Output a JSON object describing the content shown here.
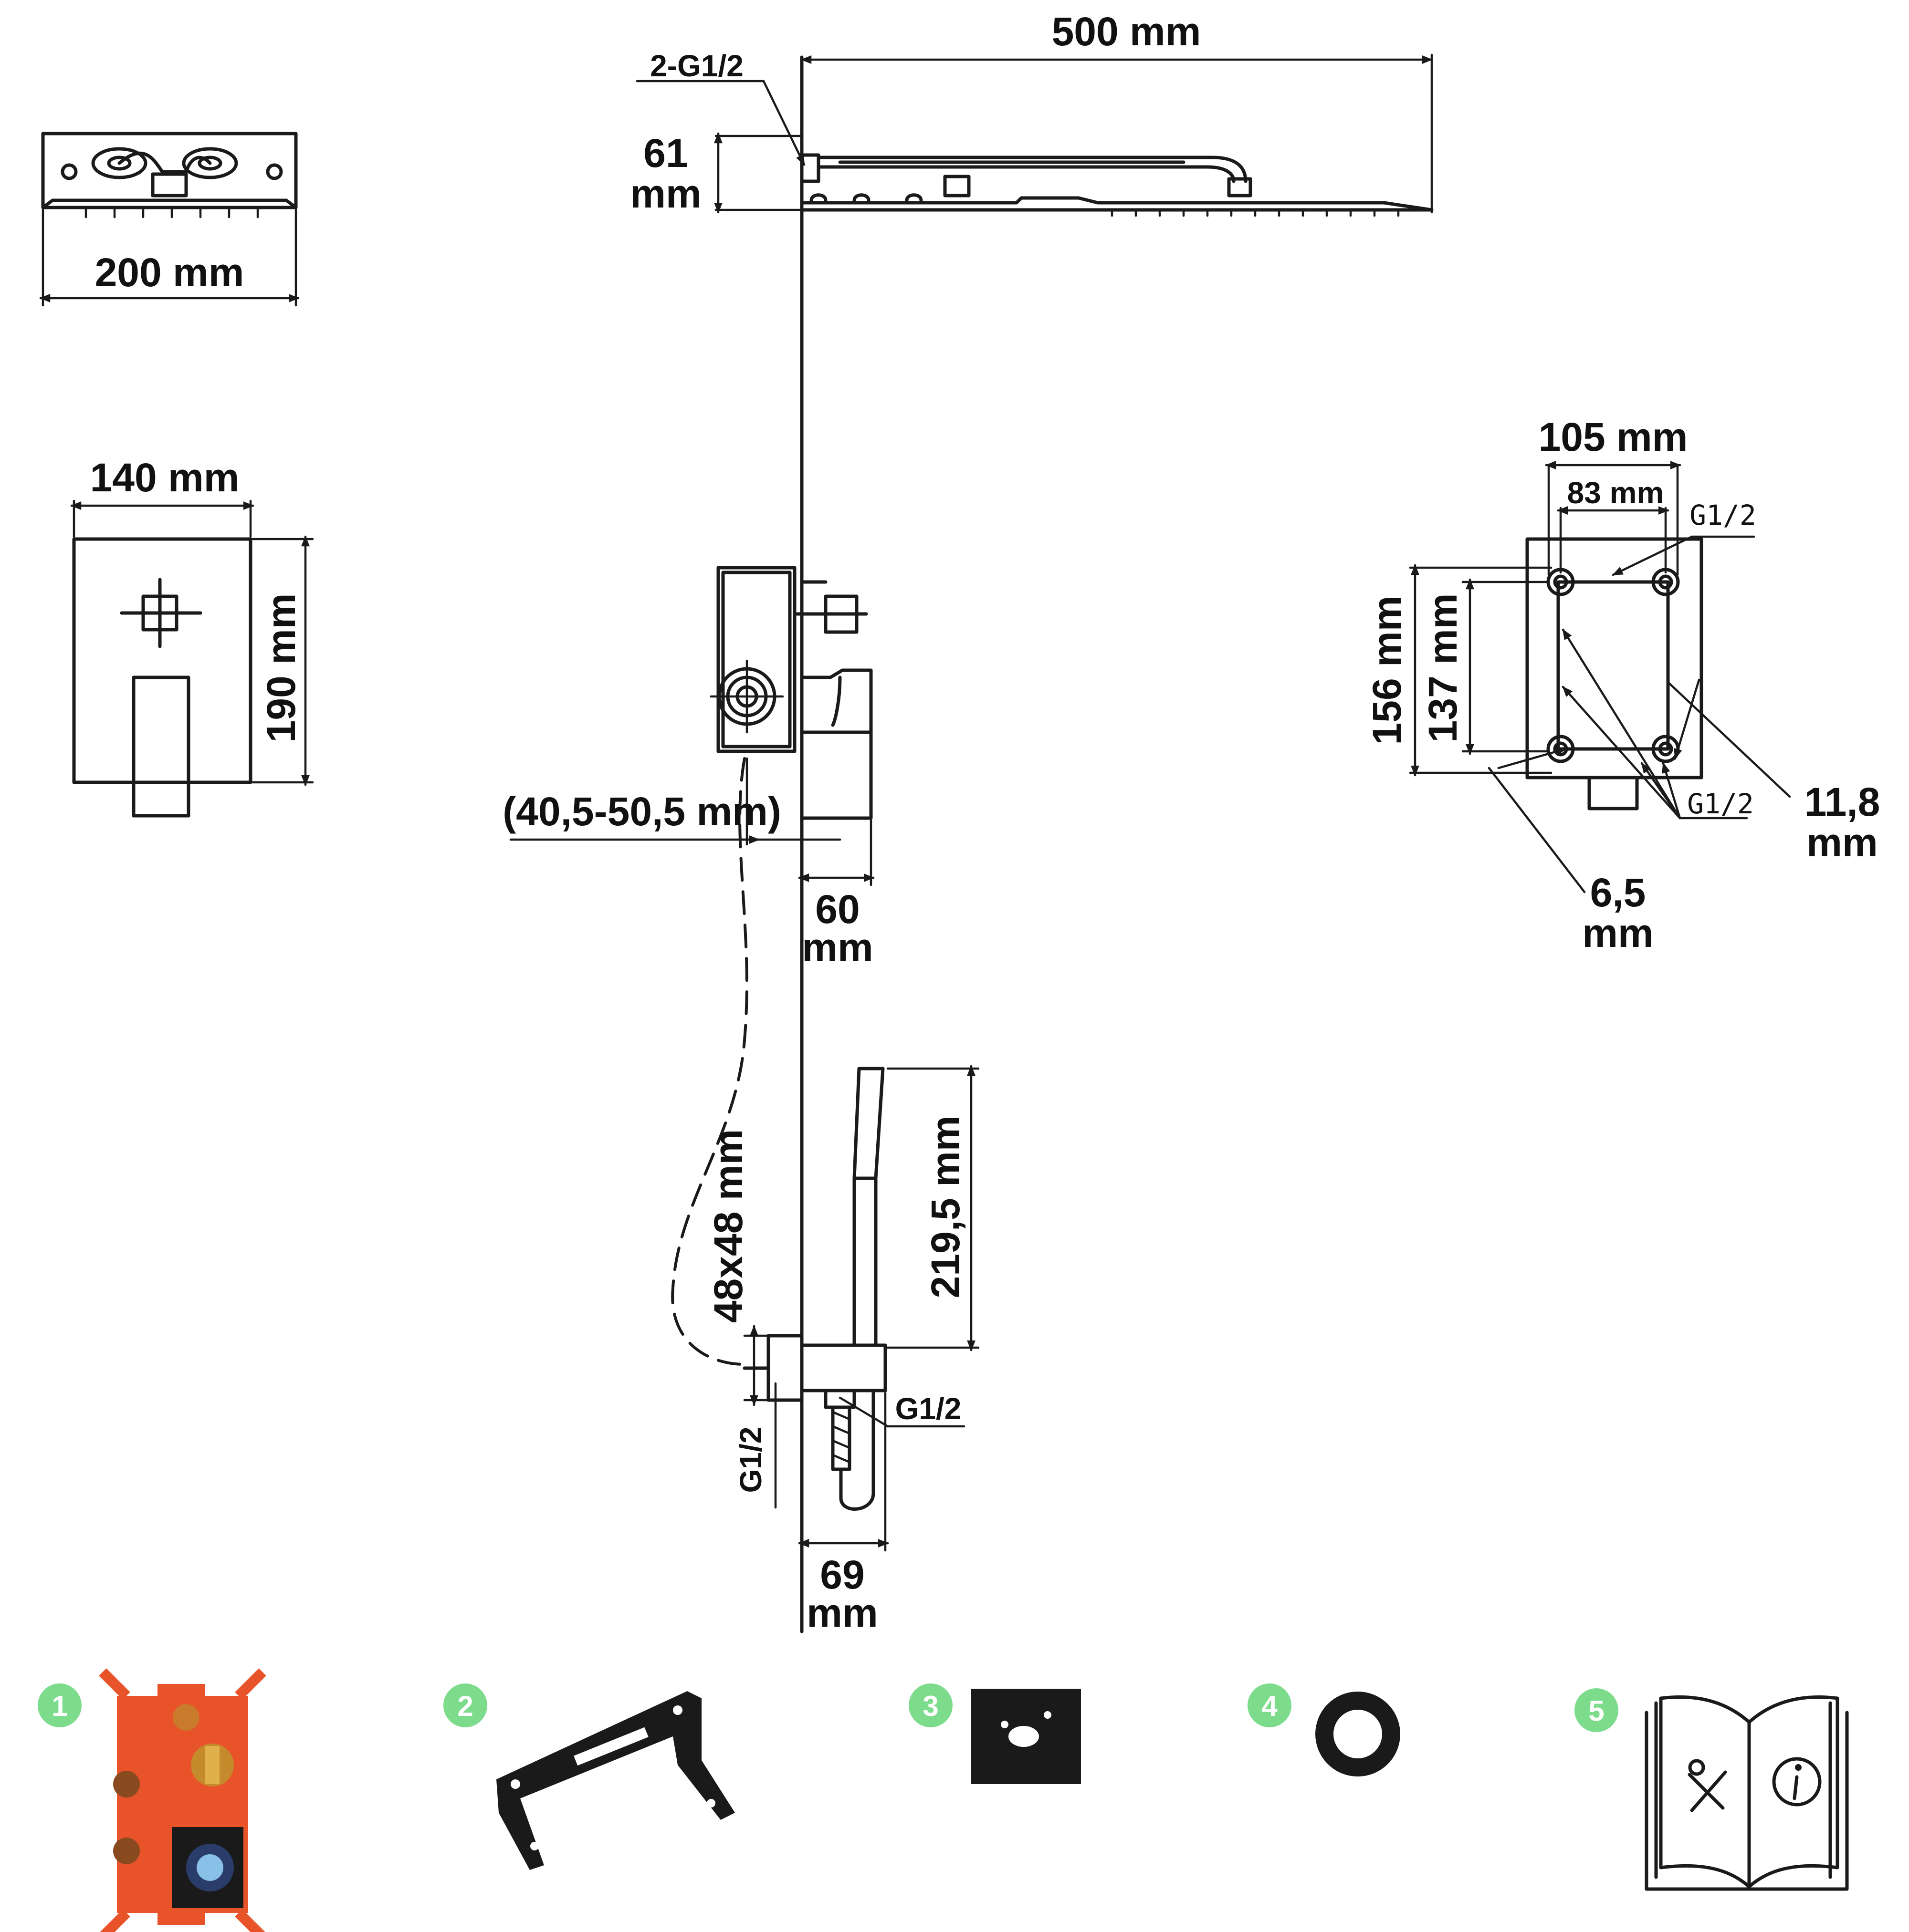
{
  "dimensions": {
    "overhead_width": "500 mm",
    "overhead_connection": "2-G1/2",
    "overhead_thickness_value": "61",
    "overhead_thickness_unit": "mm",
    "shower_head_width": "200 mm",
    "plate_width": "140 mm",
    "plate_height": "190 mm",
    "install_depth": "(40,5-50,5 mm)",
    "mixer_projection_value": "60",
    "mixer_projection_unit": "mm",
    "handshower_length": "219,5 mm",
    "wall_outlet_size": "48x48 mm",
    "wall_outlet_thread": "G1/2",
    "hose_thread": "G1/2",
    "outlet_projection_value": "69",
    "outlet_projection_unit": "mm",
    "box_width_outer": "105 mm",
    "box_width_inner": "83 mm",
    "box_height_outer": "156 mm",
    "box_height_inner": "137 mm",
    "box_thread_top": "G1/2",
    "box_thread_bottom": "G1/2",
    "box_hole_a_value": "11,8",
    "box_hole_a_unit": "mm",
    "box_hole_b_value": "6,5",
    "box_hole_b_unit": "mm"
  },
  "components": [
    {
      "number": "1",
      "icon": "concealed-box-icon",
      "color": "#e8532a"
    },
    {
      "number": "2",
      "icon": "mounting-bracket-icon",
      "color": "#1a1a1a"
    },
    {
      "number": "3",
      "icon": "square-gasket-icon",
      "color": "#1a1a1a"
    },
    {
      "number": "4",
      "icon": "ring-gasket-icon",
      "color": "#1a1a1a"
    },
    {
      "number": "5",
      "icon": "manual-book-icon",
      "color": "#1a1a1a"
    }
  ],
  "badge_color": "#7ddc8c"
}
